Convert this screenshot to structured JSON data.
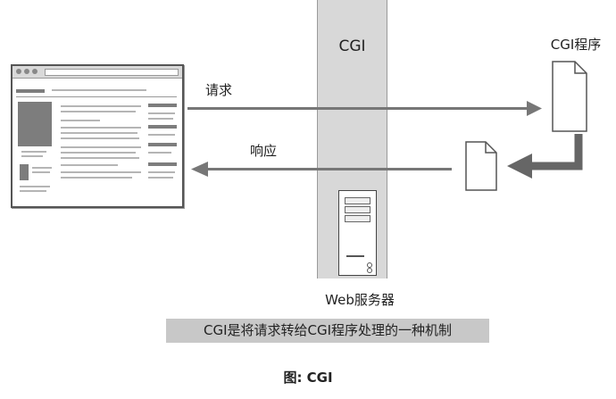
{
  "labels": {
    "cgi": "CGI",
    "cgi_program": "CGI程序",
    "request": "请求",
    "response": "响应",
    "web_server": "Web服务器",
    "caption": "CGI是将请求转给CGI程序处理的一种机制",
    "figure_title": "图: CGI"
  },
  "colors": {
    "column": "#d8d8d8",
    "arrow": "#777777",
    "caption_bg": "#c8c8c8"
  },
  "icons": {
    "browser": "browser-window-icon",
    "server": "server-tower-icon",
    "program_document": "document-icon",
    "output_document": "document-icon",
    "return_arrow": "bent-arrow-icon"
  }
}
